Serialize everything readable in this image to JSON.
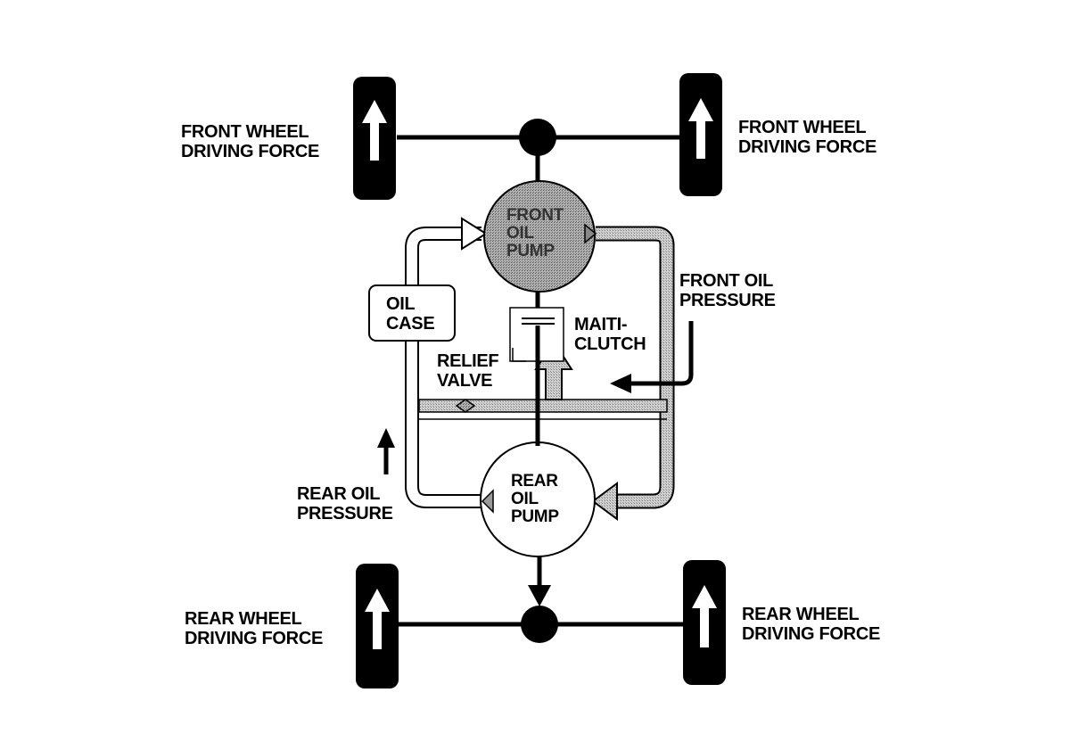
{
  "labels": {
    "front_wheel_left": [
      "FRONT WHEEL",
      "DRIVING FORCE"
    ],
    "front_wheel_right": [
      "FRONT WHEEL",
      "DRIVING FORCE"
    ],
    "rear_wheel_left": [
      "REAR WHEEL",
      "DRIVING FORCE"
    ],
    "rear_wheel_right": [
      "REAR WHEEL",
      "DRIVING FORCE"
    ],
    "front_oil_pump": [
      "FRONT",
      "OIL",
      "PUMP"
    ],
    "rear_oil_pump": [
      "REAR",
      "OIL",
      "PUMP"
    ],
    "oil_case": [
      "OIL",
      "CASE"
    ],
    "multi_clutch": [
      "MAITI-",
      "CLUTCH"
    ],
    "relief_valve": [
      "RELIEF",
      "VALVE"
    ],
    "front_oil_pressure": [
      "FRONT OIL",
      "PRESSURE"
    ],
    "rear_oil_pressure": [
      "REAR OIL",
      "PRESSURE"
    ]
  },
  "colors": {
    "ink": "#000000",
    "shaded": "#bdbdbd",
    "pump_fill": "#a9a9a9",
    "background": "#ffffff"
  }
}
